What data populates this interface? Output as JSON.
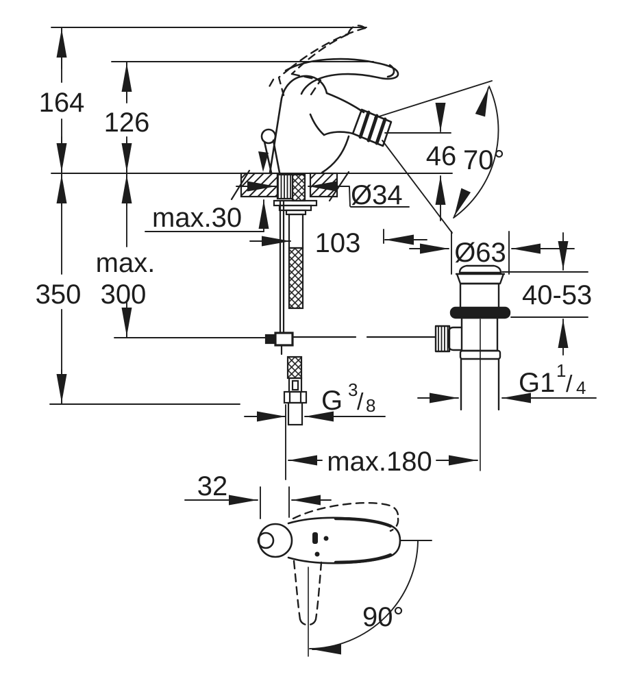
{
  "document": {
    "type": "technical-dimension-drawing",
    "subject": "single-lever bidet mixer with pop-up waste, front view and plan view",
    "background": "#ffffff",
    "line_color": "#1d1d1d"
  },
  "dims": {
    "d164": "164",
    "d126": "126",
    "d350": "350",
    "dmax_word": "max.",
    "d300": "300",
    "dmax30": "max.30",
    "dia34": "Ø34",
    "d103": "103",
    "d46": "46",
    "d70": "70°",
    "dia63": "Ø63",
    "d4053": "40-53",
    "g114": {
      "base": "G1",
      "sup": "1",
      "slash": "/",
      "sub": "4"
    },
    "g38": {
      "base": "G",
      "sup": "3",
      "slash": "/",
      "sub": "8"
    },
    "dmax180": "max.180",
    "d32": "32",
    "d90": "90°"
  }
}
